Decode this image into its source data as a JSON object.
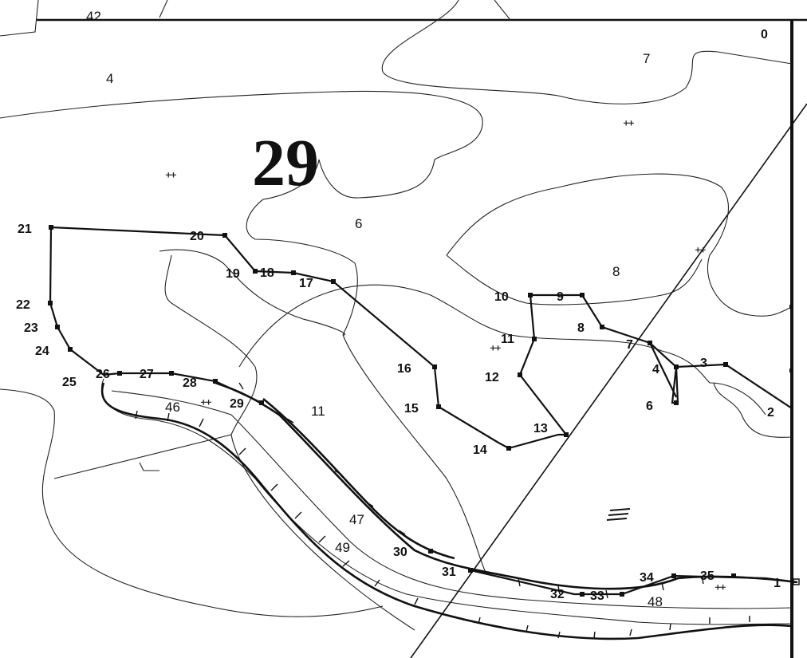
{
  "section_number": "29",
  "header_number": "42",
  "contours": {
    "c4": "4",
    "c7": "7",
    "c6": "6",
    "c8": "8",
    "c11": "11",
    "c46": "46",
    "c47": "47",
    "c48": "48",
    "c49": "49",
    "c0": "0"
  },
  "points": {
    "p1": "1",
    "p2": "2",
    "p3": "3",
    "p4": "4",
    "p6": "6",
    "p7": "7",
    "p8": "8",
    "p9": "9",
    "p10": "10",
    "p11": "11",
    "p12": "12",
    "p13": "13",
    "p14": "14",
    "p15": "15",
    "p16": "16",
    "p17": "17",
    "p18": "18",
    "p19": "19",
    "p20": "20",
    "p21": "21",
    "p22": "22",
    "p23": "23",
    "p24": "24",
    "p25": "25",
    "p26": "26",
    "p27": "27",
    "p28": "28",
    "p29": "29",
    "p30": "30",
    "p31": "31",
    "p32": "32",
    "p33": "33",
    "p34": "34",
    "p35": "35"
  },
  "marsh_symbol": "ᚐᚐ"
}
